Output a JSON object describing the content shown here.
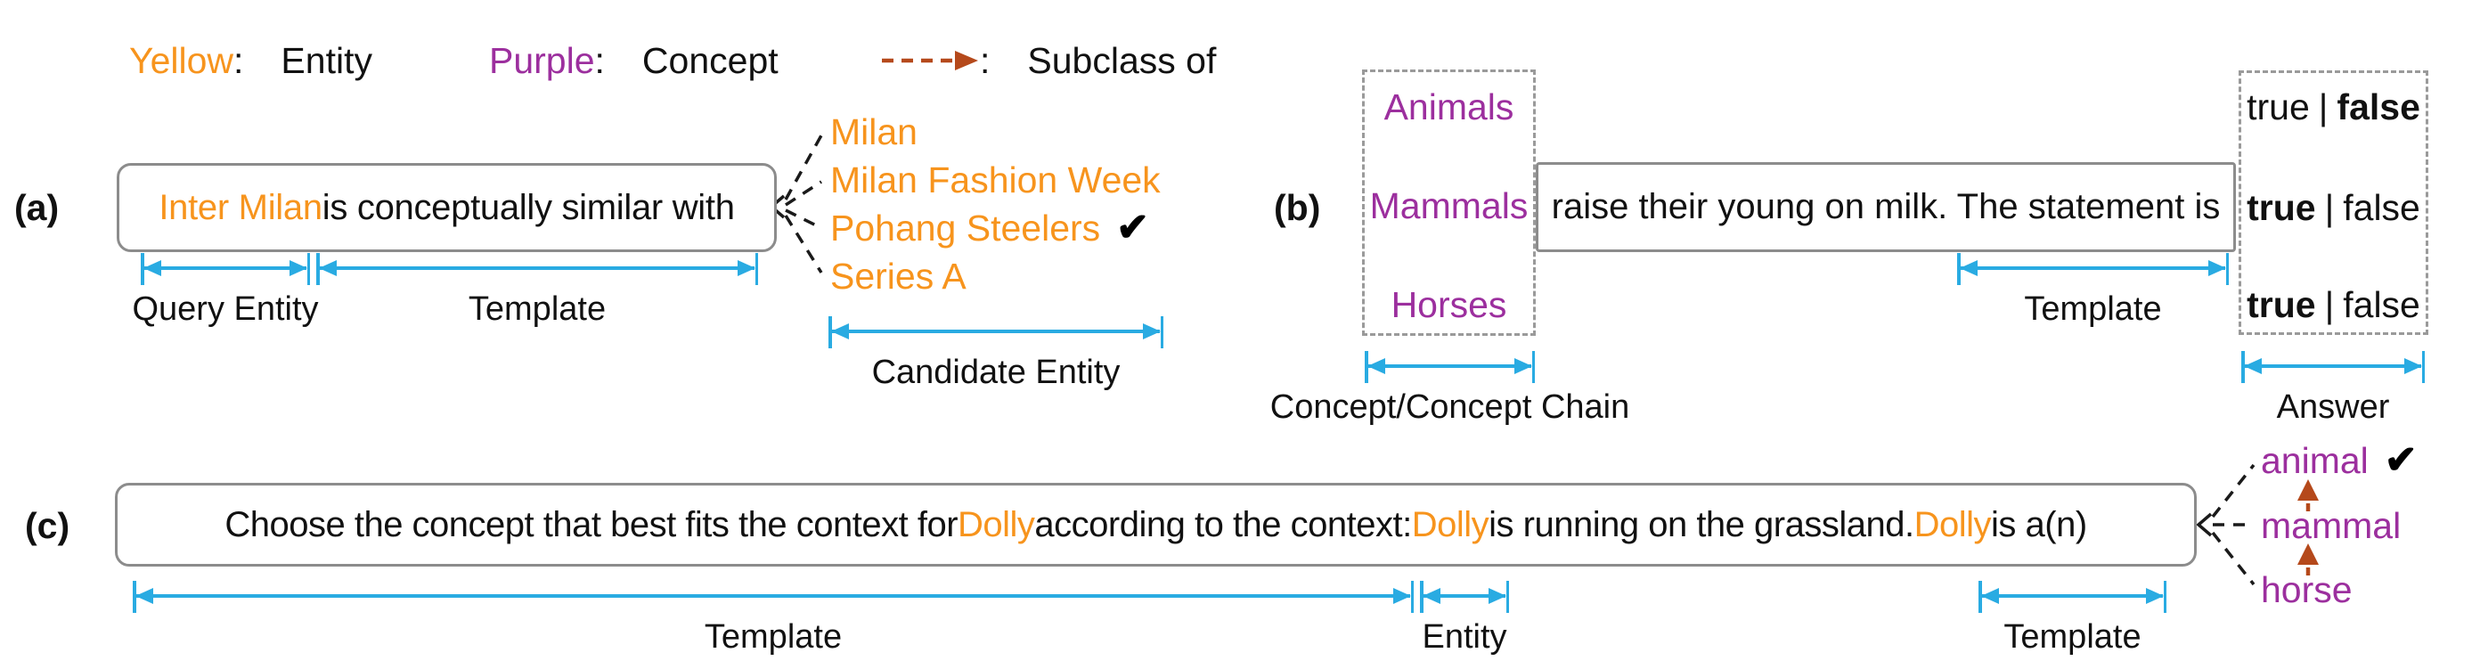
{
  "colors": {
    "entity_orange": "#F7941D",
    "concept_purple": "#9C2F9E",
    "subclass_brown": "#B5491B",
    "measure_cyan": "#29ABE2",
    "box_border_gray": "#8C8C8C"
  },
  "legend": {
    "colon": ":",
    "yellow": {
      "term": "Yellow",
      "meaning": "Entity"
    },
    "purple": {
      "term": "Purple",
      "meaning": "Concept"
    },
    "subclass": {
      "icon": "dashed-arrow-icon",
      "meaning": "Subclass of"
    }
  },
  "panel_a": {
    "label": "(a)",
    "prompt": {
      "query_entity": "Inter Milan",
      "template": " is conceptually similar with"
    },
    "measures": {
      "query_entity": "Query Entity",
      "template": "Template",
      "candidate_entity": "Candidate Entity"
    },
    "candidates": [
      {
        "name": "Milan",
        "checked": false
      },
      {
        "name": "Milan Fashion Week",
        "checked": false
      },
      {
        "name": "Pohang Steelers",
        "checked": true
      },
      {
        "name": "Series A",
        "checked": false
      }
    ],
    "check_glyph": "✔"
  },
  "panel_b": {
    "label": "(b)",
    "concept_chain": [
      "Animals",
      "Mammals",
      "Horses"
    ],
    "template_text": "raise their young on milk. The statement is",
    "measures": {
      "template": "Template",
      "chain": "Concept/Concept Chain",
      "answer": "Answer"
    },
    "answer_separator": "|",
    "answers": [
      {
        "left": "true",
        "right": "false",
        "bold": "right"
      },
      {
        "left": "true",
        "right": "false",
        "bold": "left"
      },
      {
        "left": "true",
        "right": "false",
        "bold": "left"
      }
    ]
  },
  "panel_c": {
    "label": "(c)",
    "prompt": {
      "t1": "Choose the concept that best fits the context for ",
      "e1": "Dolly",
      "t2": " according to the context: ",
      "e2": "Dolly",
      "t3": " is running on the grassland. ",
      "e3": "Dolly",
      "t4": " is a(n)"
    },
    "measures": {
      "template_left": "Template",
      "entity": "Entity",
      "template_right": "Template"
    },
    "concepts": [
      {
        "name": "animal",
        "checked": true
      },
      {
        "name": "mammal",
        "checked": false
      },
      {
        "name": "horse",
        "checked": false
      }
    ],
    "check_glyph": "✔"
  }
}
